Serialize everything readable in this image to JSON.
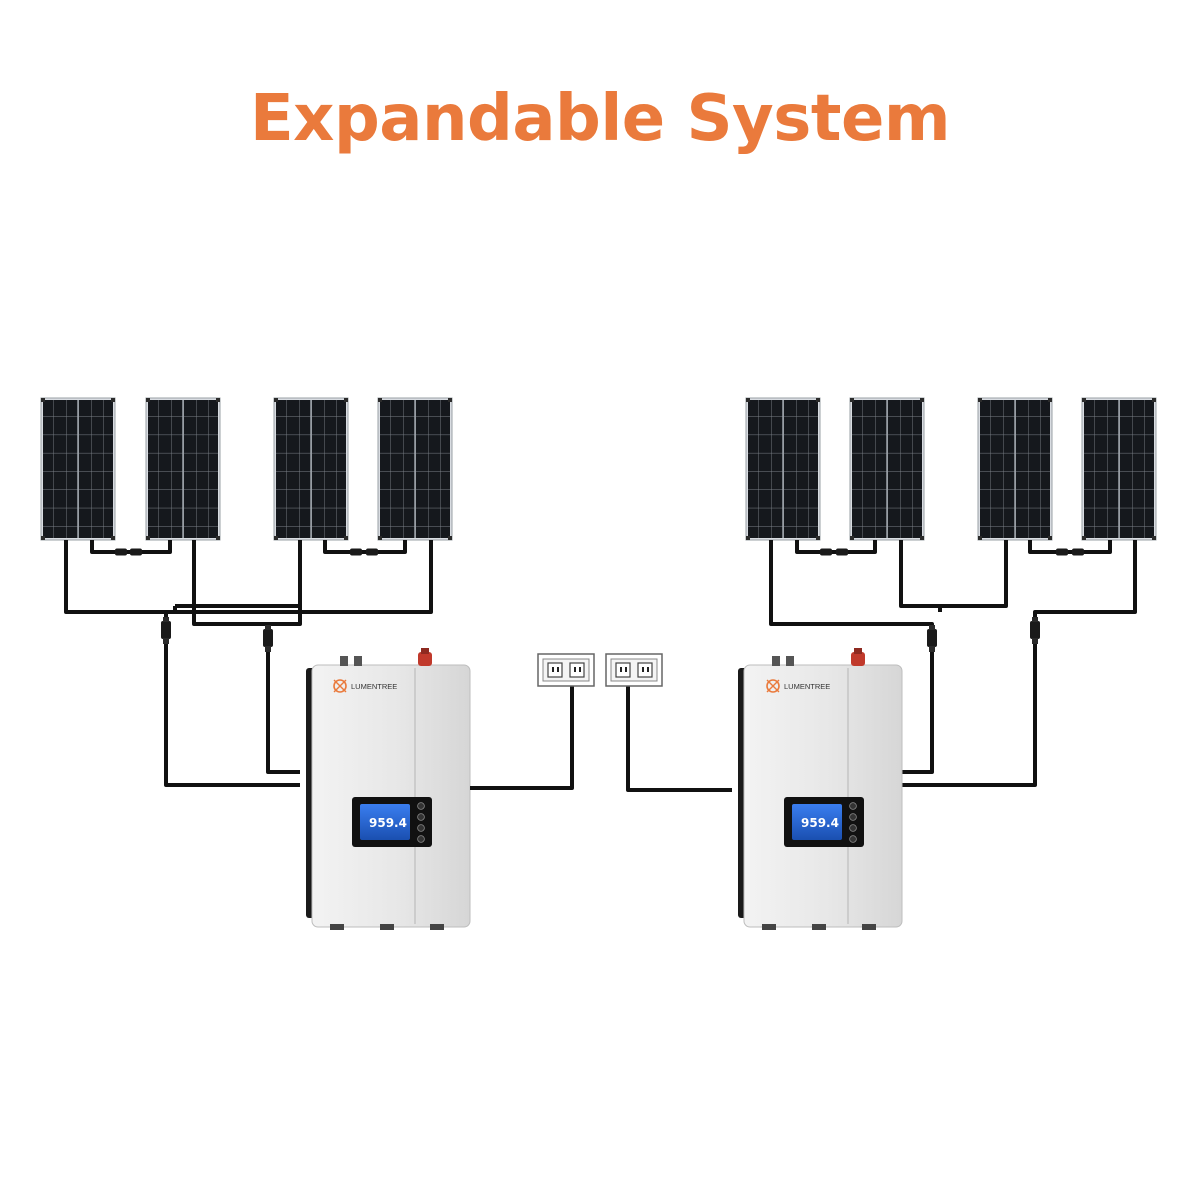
{
  "title": "Expandable System",
  "colors": {
    "title": "#ea7a3c",
    "panel_cell": "#15181d",
    "panel_grid": "#8a8f96",
    "cable": "#111111",
    "inverter_body": "#e9e9e9",
    "inverter_side": "#1a1a1a",
    "lcd": "#1e5ec8",
    "brand_icon": "#ea7a3c",
    "power_button": "#c0392b"
  },
  "inverters": [
    {
      "brand": "LUMENTREE",
      "display_value": "959.4"
    },
    {
      "brand": "LUMENTREE",
      "display_value": "959.4"
    }
  ],
  "icons": {
    "solar_panel": "solar-panel-icon",
    "outlet": "wall-outlet-icon",
    "brand_logo": "sun-logo-icon"
  }
}
